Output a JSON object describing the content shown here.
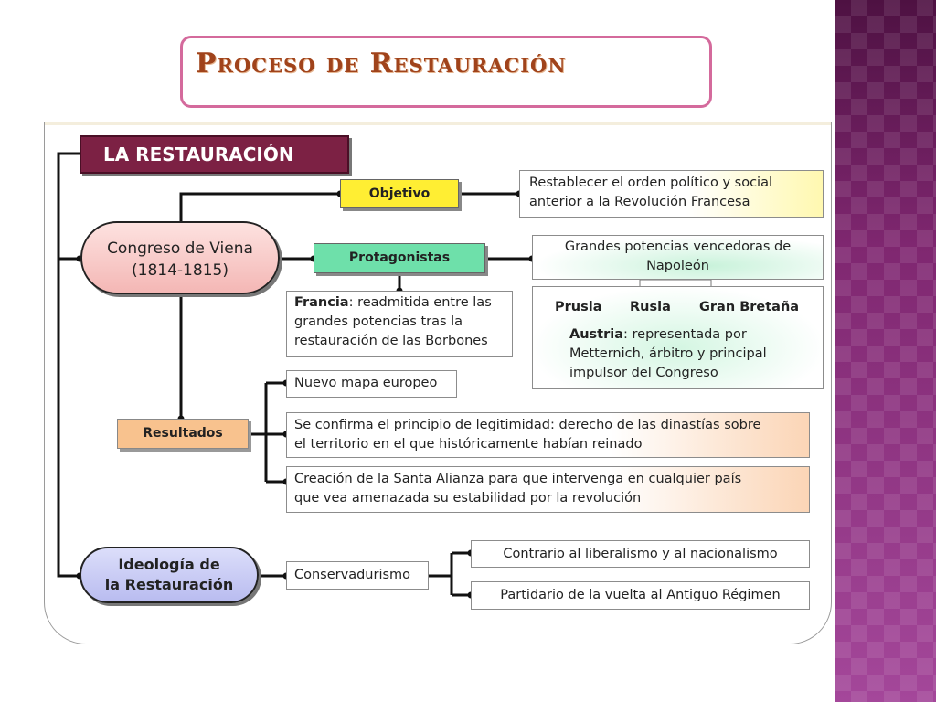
{
  "title": "Proceso de Restauración",
  "map": {
    "header": "LA RESTAURACIÓN",
    "congress": {
      "line1": "Congreso de Viena",
      "line2": "(1814-1815)"
    },
    "objective": {
      "label": "Objetivo",
      "text1": "Restablecer el orden político y social",
      "text2": "anterior a la Revolución Francesa"
    },
    "protagonists": {
      "label": "Protagonistas",
      "powers_line1": "Grandes potencias vencedoras de",
      "powers_line2": "Napoleón",
      "countries": [
        "Prusia",
        "Rusia",
        "Gran Bretaña"
      ],
      "austria_name": "Austria",
      "austria_line1": ": representada por",
      "austria_line2": "Metternich, árbitro y principal",
      "austria_line3": "impulsor del Congreso",
      "france_name": "Francia",
      "france_line1": ": readmitida entre las",
      "france_line2": "grandes potencias tras la",
      "france_line3": "restauración de las Borbones"
    },
    "results": {
      "label": "Resultados",
      "items": [
        {
          "line1": "Nuevo mapa europeo"
        },
        {
          "line1": "Se confirma el principio de legitimidad: derecho de las dinastías sobre",
          "line2": "el territorio en el que históricamente habían reinado"
        },
        {
          "line1": "Creación de la Santa Alianza para que intervenga en cualquier país",
          "line2": "que vea amenazada su estabilidad por la revolución"
        }
      ]
    },
    "ideology": {
      "line1": "Ideología de",
      "line2": "la Restauración",
      "conservatism": "Conservadurismo",
      "items": [
        "Contrario al liberalismo y al nacionalismo",
        "Partidario de la vuelta al Antiguo Régimen"
      ]
    }
  },
  "colors": {
    "header_bg": "#7c2144",
    "congress_bg": "#f6c0be",
    "objective_bg": "#ffee33",
    "protagonists_bg": "#6ee0aa",
    "results_bg": "#f8c28e",
    "ideology_bg": "#c4c7f4",
    "band": "#7a2368"
  }
}
